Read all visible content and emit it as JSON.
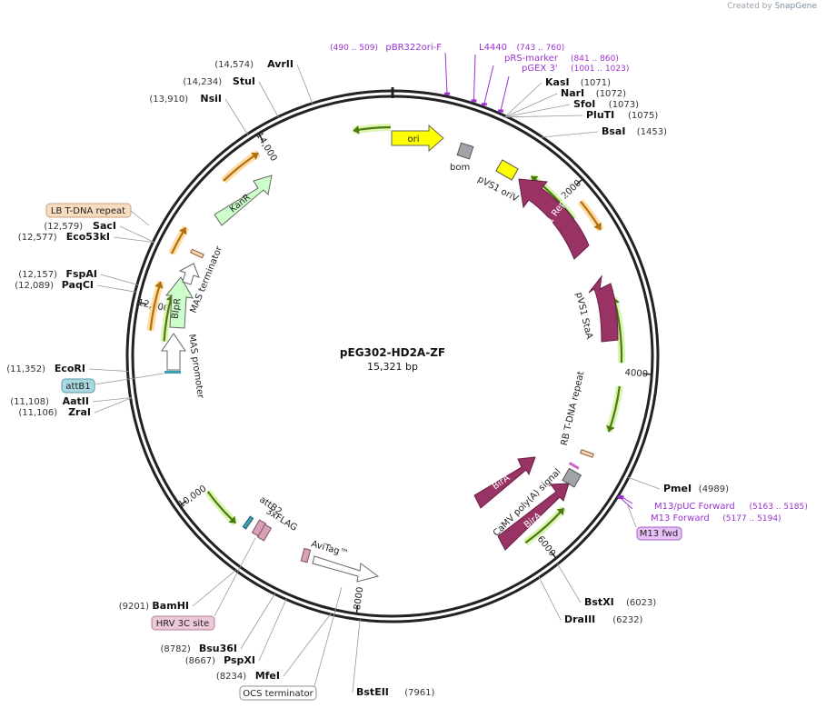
{
  "credit": {
    "prefix": "Created by",
    "brand": "SnapGene"
  },
  "plasmid": {
    "name": "pEG302-HD2A-ZF",
    "length_label": "15,321 bp",
    "length": 15321
  },
  "ticks": [
    {
      "pos": 2000,
      "label": "2000"
    },
    {
      "pos": 4000,
      "label": "4000"
    },
    {
      "pos": 6000,
      "label": "6000"
    },
    {
      "pos": 8000,
      "label": "8000"
    },
    {
      "pos": 10000,
      "label": "10,000"
    },
    {
      "pos": 12000,
      "label": "12,000"
    },
    {
      "pos": 14000,
      "label": "14,000"
    }
  ],
  "sites": [
    {
      "name": "KasI",
      "pos": 1071,
      "label": "(1071)"
    },
    {
      "name": "NarI",
      "pos": 1072,
      "label": "(1072)"
    },
    {
      "name": "SfoI",
      "pos": 1073,
      "label": "(1073)"
    },
    {
      "name": "PluTI",
      "pos": 1075,
      "label": "(1075)"
    },
    {
      "name": "BsaI",
      "pos": 1453,
      "label": "(1453)"
    },
    {
      "name": "PmeI",
      "pos": 4989,
      "label": "(4989)"
    },
    {
      "name": "BstXI",
      "pos": 6023,
      "label": "(6023)"
    },
    {
      "name": "DraIII",
      "pos": 6232,
      "label": "(6232)"
    },
    {
      "name": "BstEII",
      "pos": 7961,
      "label": "(7961)"
    },
    {
      "name": "MfeI",
      "pos": 8234,
      "label": "(8234)"
    },
    {
      "name": "PspXI",
      "pos": 8667,
      "label": "(8667)"
    },
    {
      "name": "Bsu36I",
      "pos": 8782,
      "label": "(8782)"
    },
    {
      "name": "BamHI",
      "pos": 9201,
      "label": "(9201)"
    },
    {
      "name": "ZraI",
      "pos": 11106,
      "label": "(11,106)"
    },
    {
      "name": "AatII",
      "pos": 11108,
      "label": "(11,108)"
    },
    {
      "name": "EcoRI",
      "pos": 11352,
      "label": "(11,352)"
    },
    {
      "name": "PaqCI",
      "pos": 12089,
      "label": "(12,089)"
    },
    {
      "name": "FspAI",
      "pos": 12157,
      "label": "(12,157)"
    },
    {
      "name": "Eco53kI",
      "pos": 12577,
      "label": "(12,577)"
    },
    {
      "name": "SacI",
      "pos": 12579,
      "label": "(12,579)"
    },
    {
      "name": "NsiI",
      "pos": 13910,
      "label": "(13,910)"
    },
    {
      "name": "StuI",
      "pos": 14234,
      "label": "(14,234)"
    },
    {
      "name": "AvrII",
      "pos": 14574,
      "label": "(14,574)"
    }
  ],
  "primers": [
    {
      "name": "pBR322ori-F",
      "range": "(490 .. 509)",
      "pos": 500
    },
    {
      "name": "L4440",
      "range": "(743 .. 760)",
      "pos": 751
    },
    {
      "name": "pRS-marker",
      "range": "(841 .. 860)",
      "pos": 850
    },
    {
      "name": "pGEX 3'",
      "range": "(1001 .. 1023)",
      "pos": 1012
    },
    {
      "name": "M13/pUC Forward",
      "range": "(5163 .. 5185)",
      "pos": 5174
    },
    {
      "name": "M13 Forward",
      "range": "(5177 .. 5194)",
      "pos": 5185
    }
  ],
  "features": [
    {
      "name": "ori",
      "type": "rep-origin",
      "color": "#ffff00"
    },
    {
      "name": "bom",
      "type": "misc",
      "color": "#a0a4a8"
    },
    {
      "name": "pVS1 oriV",
      "type": "rep-origin",
      "color": "#ffff00"
    },
    {
      "name": "pVS1 RepA",
      "type": "cds",
      "color": "#993366"
    },
    {
      "name": "pVS1 StaA",
      "type": "cds",
      "color": "#993366"
    },
    {
      "name": "RB T-DNA repeat",
      "type": "repeat",
      "color": "#f5d5b5"
    },
    {
      "name": "CaMV poly(A) signal",
      "type": "terminator",
      "color": "#a0a4a8"
    },
    {
      "name": "BirA",
      "type": "cds",
      "color": "#993366"
    },
    {
      "name": "BirA",
      "type": "cds",
      "color": "#993366"
    },
    {
      "name": "AviTag™",
      "type": "tag",
      "color": "#ffffff"
    },
    {
      "name": "3xFLAG",
      "type": "tag",
      "color": "#d9a0b8"
    },
    {
      "name": "attB2",
      "type": "site",
      "color": "#3aa0b0"
    },
    {
      "name": "MAS promoter",
      "type": "promoter",
      "color": "#ffffff"
    },
    {
      "name": "BlpR",
      "type": "cds",
      "color": "#ccffcc"
    },
    {
      "name": "MAS terminator",
      "type": "terminator",
      "color": "#ffffff"
    },
    {
      "name": "KanR",
      "type": "cds",
      "color": "#ccffcc"
    }
  ],
  "boxed_labels": [
    {
      "name": "LB T-DNA repeat",
      "bg": "#f8dcc0",
      "border": "#c8a080"
    },
    {
      "name": "attB1",
      "bg": "#a8d8e0",
      "border": "#5a9aa8"
    },
    {
      "name": "M13 fwd",
      "bg": "#e8c0f8",
      "border": "#a060c0"
    },
    {
      "name": "HRV 3C site",
      "bg": "#ecc8d8",
      "border": "#b08098"
    },
    {
      "name": "OCS terminator",
      "bg": "#ffffff",
      "border": "#909090"
    }
  ],
  "colors": {
    "backbone": "#222222",
    "primer": "#9933cc",
    "orange": "#f0a030",
    "green": "#88cc33"
  }
}
